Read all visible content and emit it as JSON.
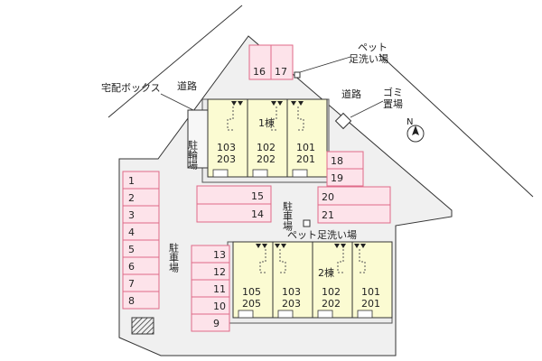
{
  "labels": {
    "road_1": "道路",
    "road_2": "道路",
    "delivery_box": "宅配ボックス",
    "pet_wash_top_1": "ペット",
    "pet_wash_top_2": "足洗い場",
    "garbage_1": "ゴミ",
    "garbage_2": "置場",
    "bike_parking": "駐輪場",
    "parking_center": "駐車場",
    "parking_left": "駐車場",
    "pet_wash_bottom": "ペット足洗い場",
    "building_1": "1棟",
    "building_2": "2棟",
    "north": "N"
  },
  "parking": {
    "top_pair": [
      "16",
      "17"
    ],
    "left_column": [
      "1",
      "2",
      "3",
      "4",
      "5",
      "6",
      "7",
      "8"
    ],
    "center_stack": [
      "15",
      "14"
    ],
    "right_upper": [
      "18",
      "19"
    ],
    "right_lower": [
      "20",
      "21"
    ],
    "lower_column": [
      "13",
      "12",
      "11",
      "10",
      "9"
    ]
  },
  "building1_units": [
    {
      "upper": "103",
      "lower": "203"
    },
    {
      "upper": "102",
      "lower": "202"
    },
    {
      "upper": "101",
      "lower": "201"
    }
  ],
  "building2_units": [
    {
      "upper": "105",
      "lower": "205"
    },
    {
      "upper": "103",
      "lower": "203"
    },
    {
      "upper": "102",
      "lower": "202"
    },
    {
      "upper": "101",
      "lower": "201"
    }
  ],
  "colors": {
    "lot_fill": "#f0f0f0",
    "parking_fill": "#fde3ea",
    "parking_stroke": "#e06a88",
    "unit_fill": "#fbfbd2",
    "outline": "#333333"
  }
}
